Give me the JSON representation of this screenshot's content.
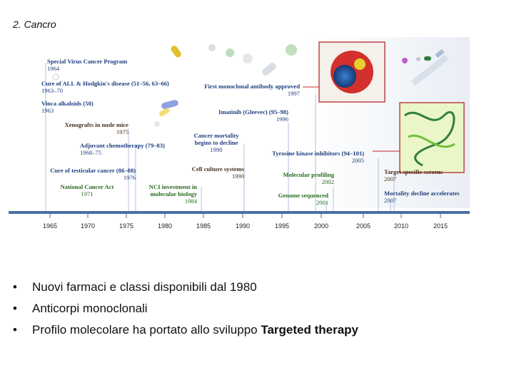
{
  "slide": {
    "title": "2. Cancro"
  },
  "timeline": {
    "events": [
      {
        "label": "Special Virus Cancer Program",
        "year": "1964"
      },
      {
        "label": "Cure of ALL & Hodgkin's disease (51–56, 63–66)",
        "year": "1963–70"
      },
      {
        "label": "Vinca alkaloids (50)",
        "year": "1963"
      },
      {
        "label": "Xenografts in nude mice",
        "year": "1975"
      },
      {
        "label": "Adjuvant chemotherapy (79–83)",
        "year": "1968–75"
      },
      {
        "label": "Cure of testicular cancer (86–88)",
        "year": "1976"
      },
      {
        "label": "National Cancer Act",
        "year": "1971"
      },
      {
        "label": "NCI investment in molecular biology",
        "year": "1984"
      },
      {
        "label": "Cell culture systems",
        "year": "1990"
      },
      {
        "label": "Cancer mortality begins to decline",
        "year": "1990"
      },
      {
        "label": "First monoclonal antibody approved",
        "year": "1997"
      },
      {
        "label": "Imatinib (Gleevec) (95–98)",
        "year": "1996"
      },
      {
        "label": "Tyrosine kinase inhibitors (94–101)",
        "year": "2005"
      },
      {
        "label": "Molecular profiling",
        "year": "2002"
      },
      {
        "label": "Genome sequenced",
        "year": "2001"
      },
      {
        "label": "Target specific screens",
        "year": "2007"
      },
      {
        "label": "Mortality decline accelerates",
        "year": "2007"
      }
    ],
    "axis_ticks": [
      "1965",
      "1970",
      "1975",
      "1980",
      "1985",
      "1990",
      "1995",
      "2000",
      "2005",
      "2010",
      "2015"
    ],
    "colors": {
      "label_blue": "#1f3f7f",
      "label_green": "#2a6a20",
      "label_brown": "#4a2f1a",
      "axis_line": "#4a6fa5",
      "accent_red": "#c0282c"
    }
  },
  "bullets": [
    {
      "text": "Nuovi farmaci e classi disponibili dal 1980"
    },
    {
      "text": "Anticorpi monoclonali"
    },
    {
      "text": "Profilo molecolare ha portato allo sviluppo ",
      "bold": "Targeted therapy"
    }
  ],
  "bullet_glyph": "•"
}
